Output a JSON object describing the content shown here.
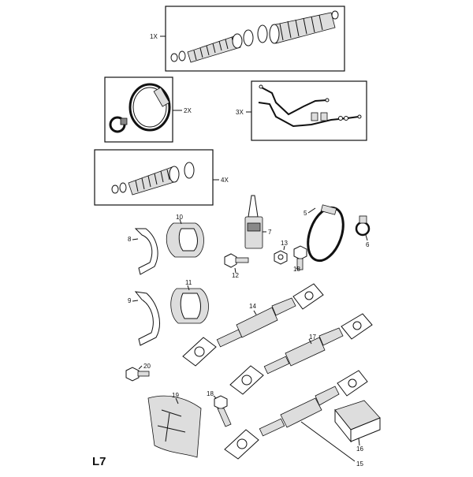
{
  "page_code": "L7",
  "kits": [
    {
      "id": "kit-1",
      "label": "1X"
    },
    {
      "id": "kit-2",
      "label": "2X"
    },
    {
      "id": "kit-3",
      "label": "3X"
    },
    {
      "id": "kit-4",
      "label": "4X"
    }
  ],
  "callouts": [
    "5",
    "6",
    "7",
    "8",
    "9",
    "10",
    "11",
    "12",
    "13",
    "14",
    "15",
    "16",
    "17",
    "18",
    "18",
    "19",
    "20"
  ]
}
